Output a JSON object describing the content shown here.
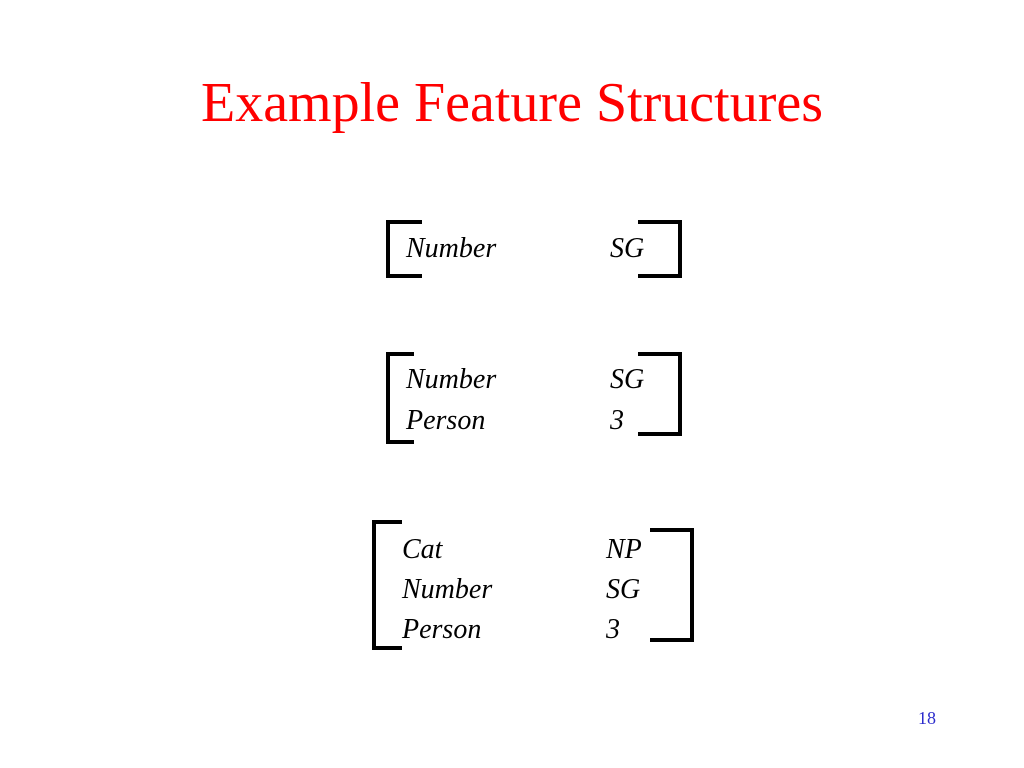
{
  "slide": {
    "title": "Example Feature Structures",
    "page_number": "18"
  },
  "structures": [
    {
      "features": [
        {
          "attr": "Number",
          "value": "SG"
        }
      ]
    },
    {
      "features": [
        {
          "attr": "Number",
          "value": "SG"
        },
        {
          "attr": "Person",
          "value": "3"
        }
      ]
    },
    {
      "features": [
        {
          "attr": "Cat",
          "value": "NP"
        },
        {
          "attr": "Number",
          "value": "SG"
        },
        {
          "attr": "Person",
          "value": "3"
        }
      ]
    }
  ],
  "colors": {
    "title": "#ff0000",
    "body_text": "#000000",
    "page_number": "#2b2bcc"
  }
}
